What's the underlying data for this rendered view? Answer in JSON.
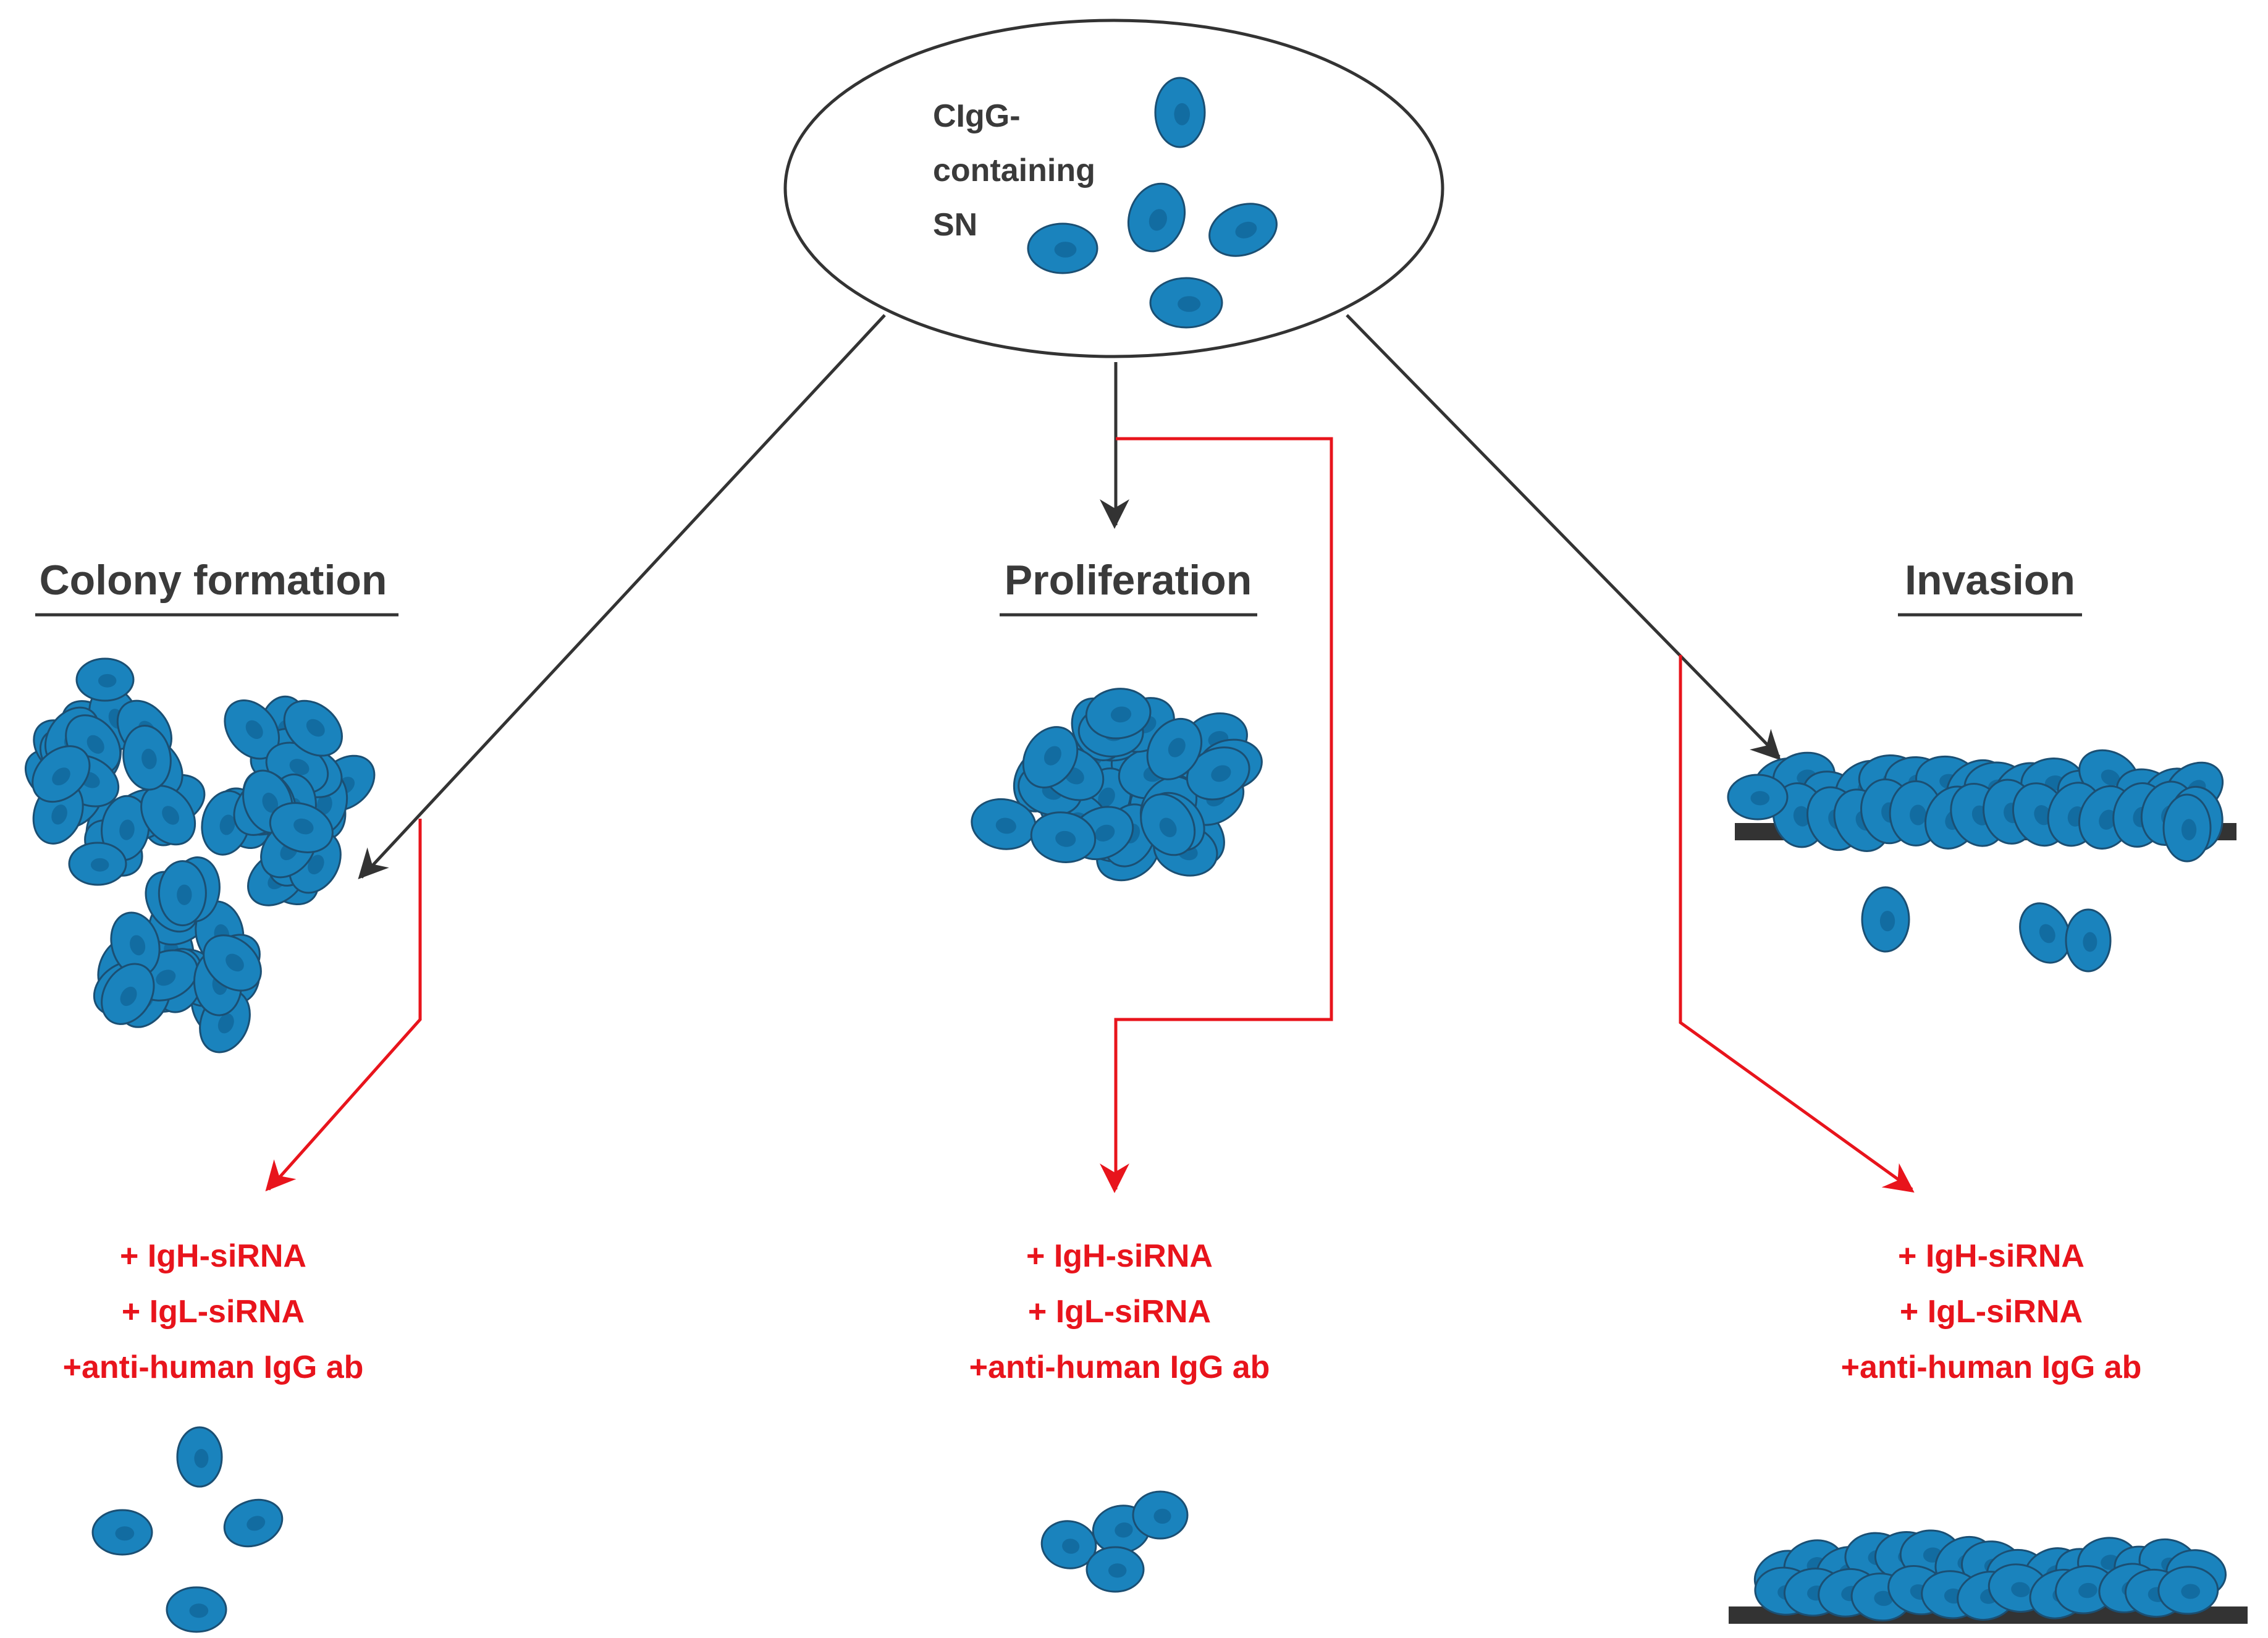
{
  "source": {
    "label_lines": [
      "CIgG-",
      "containing",
      "SN"
    ]
  },
  "assays": [
    {
      "id": "colony",
      "heading": "Colony formation",
      "treatments": [
        "+ IgH-siRNA",
        "+ IgL-siRNA",
        "+anti-human IgG ab"
      ]
    },
    {
      "id": "proliferation",
      "heading": "Proliferation",
      "treatments": [
        "+ IgH-siRNA",
        "+ IgL-siRNA",
        "+anti-human IgG ab"
      ]
    },
    {
      "id": "invasion",
      "heading": "Invasion",
      "treatments": [
        "+ IgH-siRNA",
        "+ IgL-siRNA",
        "+anti-human IgG ab"
      ]
    }
  ],
  "colors": {
    "cell_fill": "#1a83bd",
    "cell_nucleus": "#0d5a8a",
    "black_arrow": "#333333",
    "red_arrow": "#e8141c",
    "membrane": "#333333"
  }
}
